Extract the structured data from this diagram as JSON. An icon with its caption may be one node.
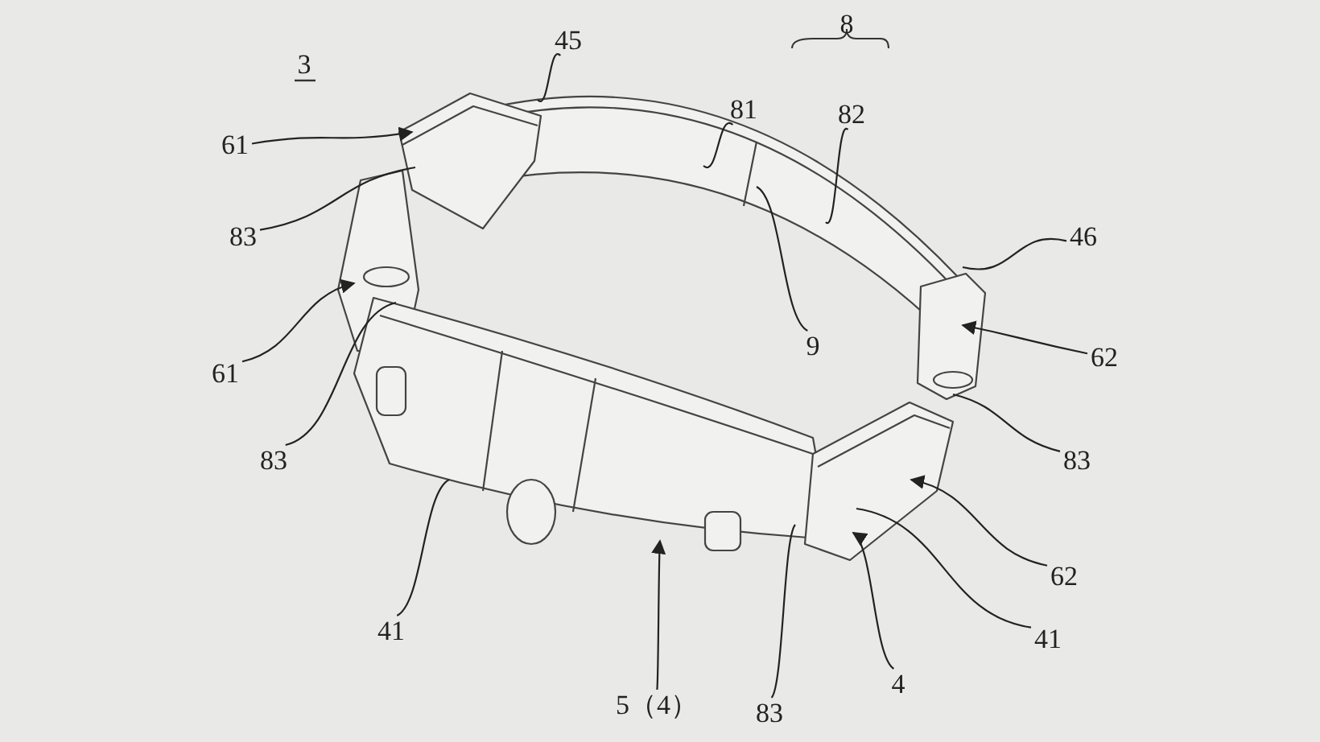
{
  "diagram": {
    "nodes": [
      {
        "text": [
          "45"
        ]
      },
      {
        "text": [
          "81"
        ]
      },
      {
        "text": [
          "82"
        ]
      },
      {
        "text": [
          "61"
        ]
      },
      {
        "text": [
          "83"
        ]
      },
      {
        "text": [
          "46"
        ]
      },
      {
        "text": [
          "9"
        ]
      },
      {
        "text": [
          "62"
        ]
      },
      {
        "text": [
          "61"
        ]
      },
      {
        "text": [
          "83"
        ]
      },
      {
        "text": [
          "83"
        ]
      },
      {
        "text": [
          "62"
        ]
      },
      {
        "text": [
          "41"
        ]
      },
      {
        "text": [
          "41"
        ]
      },
      {
        "text": [
          "4"
        ]
      },
      {
        "text": [
          "83"
        ]
      },
      {
        "text": [
          "5（4）"
        ]
      }
    ],
    "edges": [
      {
        "from": 0,
        "to": null,
        "arrow": "none"
      },
      {
        "from": 1,
        "to": null,
        "arrow": "none"
      },
      {
        "from": 2,
        "to": null,
        "arrow": "none"
      },
      {
        "from": 3,
        "to": null,
        "arrow": "to"
      },
      {
        "from": 4,
        "to": null,
        "arrow": "none"
      },
      {
        "from": 5,
        "to": null,
        "arrow": "none"
      },
      {
        "from": 6,
        "to": null,
        "arrow": "none"
      },
      {
        "from": 7,
        "to": null,
        "arrow": "to"
      },
      {
        "from": 8,
        "to": null,
        "arrow": "to"
      },
      {
        "from": 9,
        "to": null,
        "arrow": "none"
      },
      {
        "from": 10,
        "to": null,
        "arrow": "none"
      },
      {
        "from": 11,
        "to": null,
        "arrow": "to"
      },
      {
        "from": 12,
        "to": null,
        "arrow": "none"
      },
      {
        "from": 13,
        "to": null,
        "arrow": "none"
      },
      {
        "from": 14,
        "to": null,
        "arrow": "to"
      },
      {
        "from": 15,
        "to": null,
        "arrow": "none"
      },
      {
        "from": 16,
        "to": null,
        "arrow": "to"
      }
    ],
    "labels": [
      "3",
      "8"
    ]
  }
}
